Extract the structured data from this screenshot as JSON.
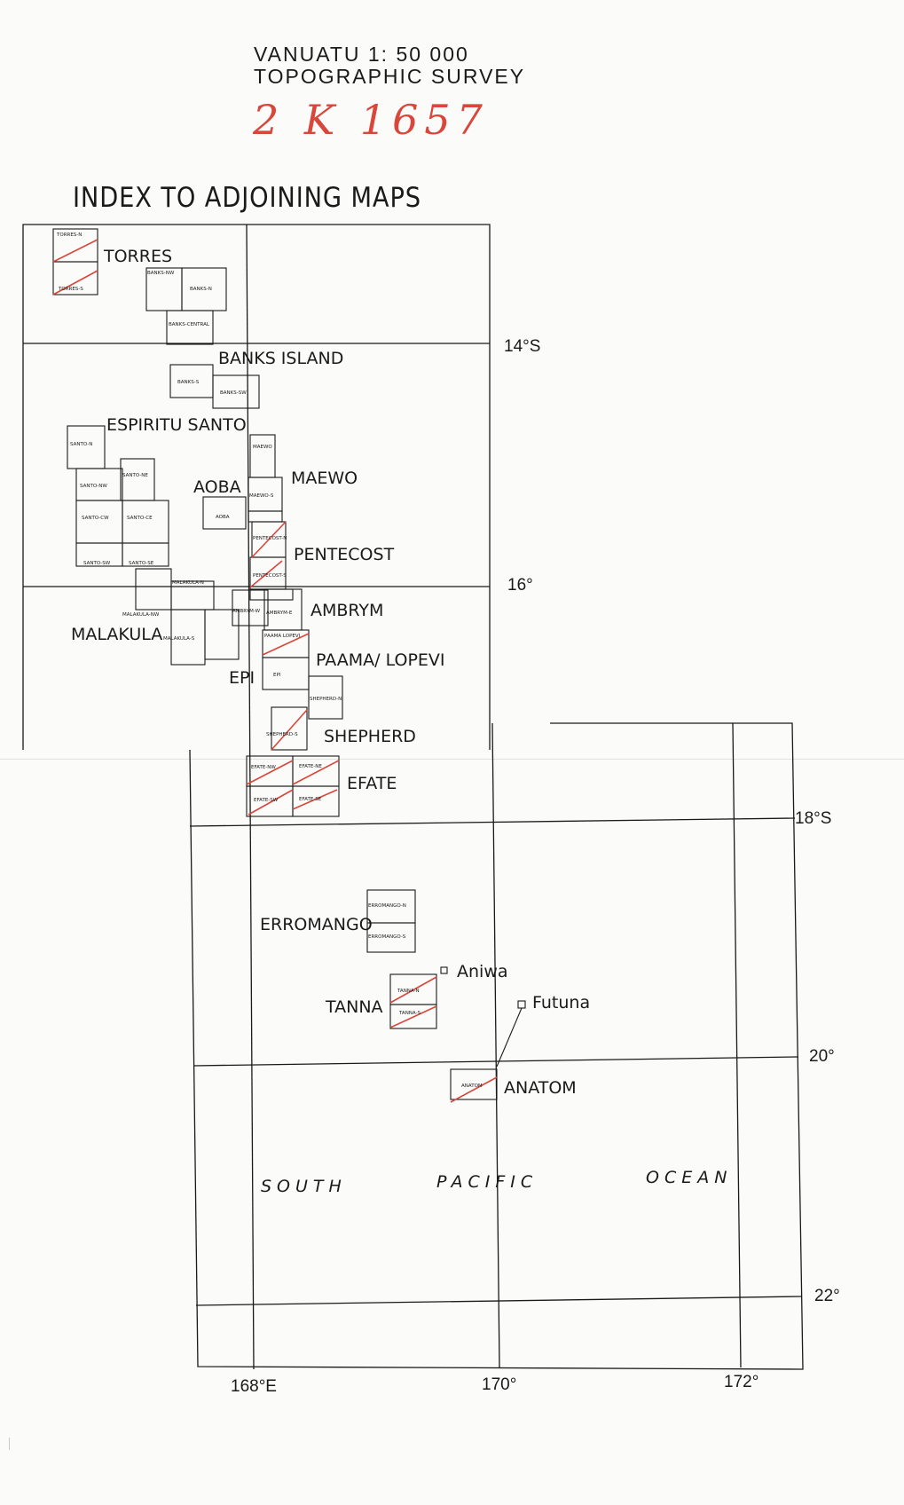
{
  "header": {
    "line1": "VANUATU 1: 50 000",
    "line2": "TOPOGRAPHIC SURVEY",
    "handwritten": "2 K 1657"
  },
  "index_title": "INDEX TO ADJOINING MAPS",
  "colors": {
    "line": "#1a1a1a",
    "red_mark": "#d9463a",
    "paper": "#fbfbfa"
  },
  "latitudes": [
    "14°S",
    "16°",
    "18°S",
    "20°",
    "22°"
  ],
  "longitudes": [
    "168°E",
    "170°",
    "172°"
  ],
  "islands": [
    "TORRES",
    "BANKS ISLAND",
    "ESPIRITU SANTO",
    "AOBA",
    "MAEWO",
    "PENTECOST",
    "AMBRYM",
    "MALAKULA",
    "PAAMA/ LOPEVI",
    "EPI",
    "SHEPHERD",
    "EFATE",
    "ERROMANGO",
    "TANNA",
    "ANATOM",
    "Aniwa",
    "Futuna"
  ],
  "ocean_words": [
    "SOUTH",
    "PACIFIC",
    "OCEAN"
  ],
  "sheets": [
    "TORRES-N",
    "TORRES-S",
    "BANKS-NW",
    "BANKS-N",
    "BANKS-CENTRAL",
    "BANKS-S",
    "BANKS-SW",
    "SANTO-N",
    "SANTO-NW",
    "SANTO-NE",
    "SANTO-CW",
    "SANTO-CE",
    "SANTO-SW",
    "SANTO-SE",
    "MAEWO",
    "MAEWO-S",
    "AOBA",
    "PENTECOST-N",
    "PENTECOST-S",
    "MALAKULA-N",
    "MALAKULA-NW",
    "MALAKULA-S",
    "AMBRYM-W",
    "AMBRYM-E",
    "PAAMA LOPEVI",
    "EPI",
    "SHEPHERD-N",
    "SHEPHERD-S",
    "EFATE-NW",
    "EFATE-NE",
    "EFATE-SW",
    "EFATE-SE",
    "ERROMANGO-N",
    "ERROMANGO-S",
    "TANNA-N",
    "TANNA-S",
    "ANATOM"
  ]
}
